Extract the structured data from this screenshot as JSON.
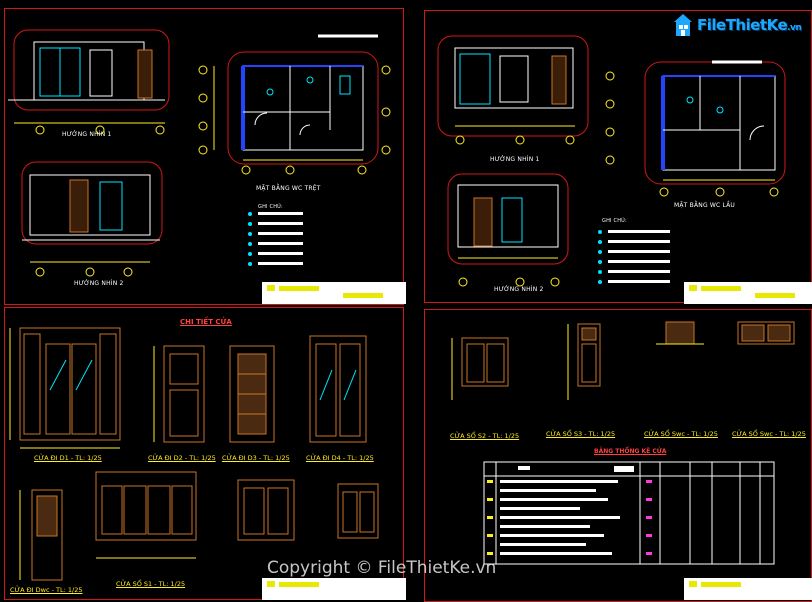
{
  "logo": {
    "text": "FileThietKe",
    "suffix": ".vn"
  },
  "watermark": "Copyright © FileThietKe.vn",
  "sheet1": {
    "elev1": "HƯỚNG NHÌN 1",
    "elev2": "HƯỚNG NHÌN 2",
    "plan": "MẶT BẰNG WC TRỆT",
    "notes": "GHI CHÚ:"
  },
  "sheet2": {
    "elev1": "HƯỚNG NHÌN 1",
    "elev2": "HƯỚNG NHÌN 2",
    "plan": "MẶT BẰNG WC LẦU",
    "notes": "GHI CHÚ:"
  },
  "sheet3": {
    "title": "CHI TIẾT CỬA",
    "d1": "CỬA ĐI D1 - TL: 1/25",
    "d2": "CỬA ĐI D2 - TL: 1/25",
    "d3": "CỬA ĐI D3 - TL: 1/25",
    "d4": "CỬA ĐI D4 - TL: 1/25",
    "dwc": "CỬA ĐI Dwc - TL: 1/25",
    "s1": "CỬA SỔ S1 - TL: 1/25"
  },
  "sheet4": {
    "s2": "CỬA SỔ S2 - TL: 1/25",
    "s3": "CỬA SỔ S3 - TL: 1/25",
    "swc1": "CỬA SỔ Swc - TL: 1/25",
    "swc2": "CỬA SỔ Swc - TL: 1/25",
    "table_title": "BẢNG THỐNG KÊ CỬA"
  },
  "colors": {
    "border": "#d01818",
    "dim": "#ffee22",
    "wall": "#2244ff",
    "fixture": "#00e5ff",
    "frame": "#c8742a"
  }
}
